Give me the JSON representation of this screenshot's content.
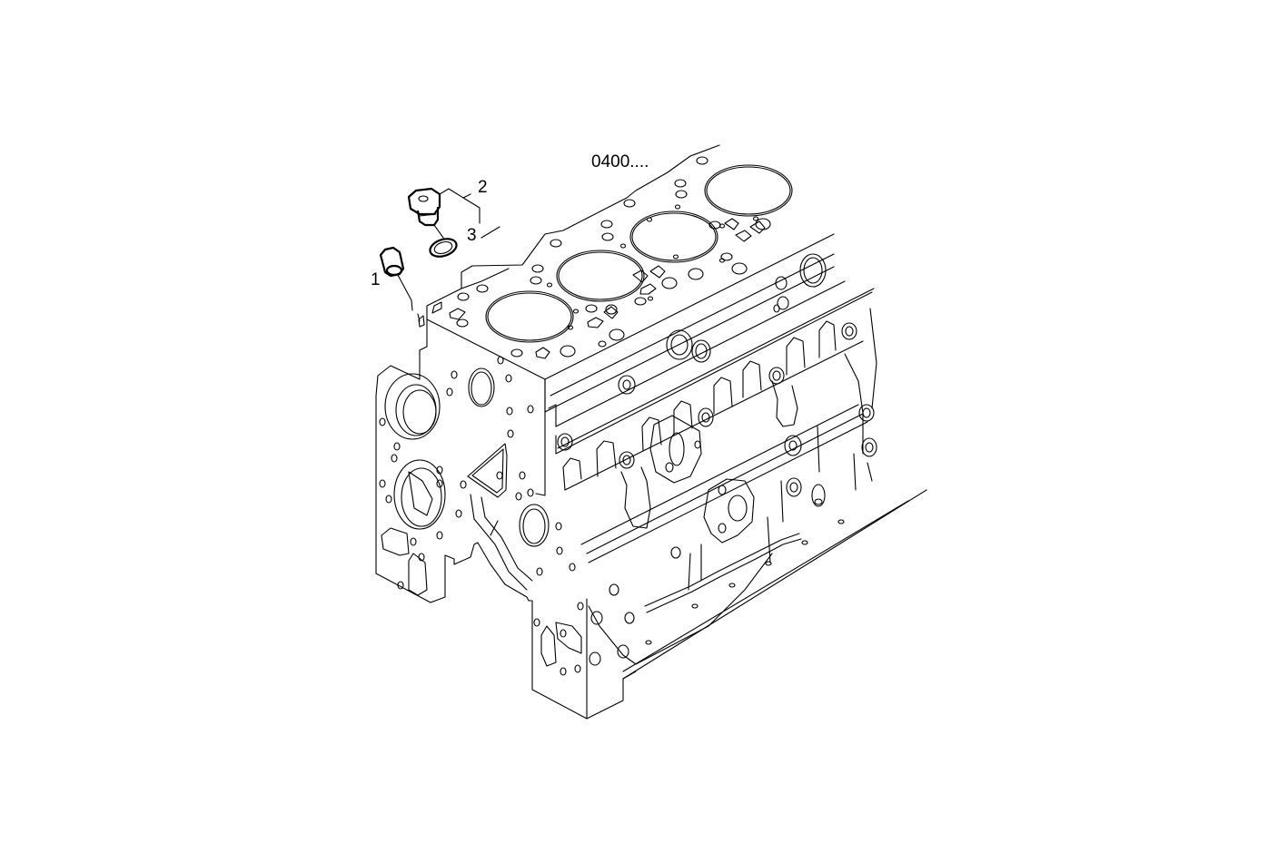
{
  "diagram": {
    "type": "exploded-parts-diagram",
    "subject": "engine-cylinder-block",
    "reference_label": "0400....",
    "callouts": [
      {
        "number": "1",
        "part": "dowel-sleeve"
      },
      {
        "number": "2",
        "part": "plug"
      },
      {
        "number": "3",
        "part": "sealing-ring"
      }
    ],
    "cylinder_count_visible": 4,
    "colors": {
      "background": "#ffffff",
      "line": "#000000"
    }
  }
}
